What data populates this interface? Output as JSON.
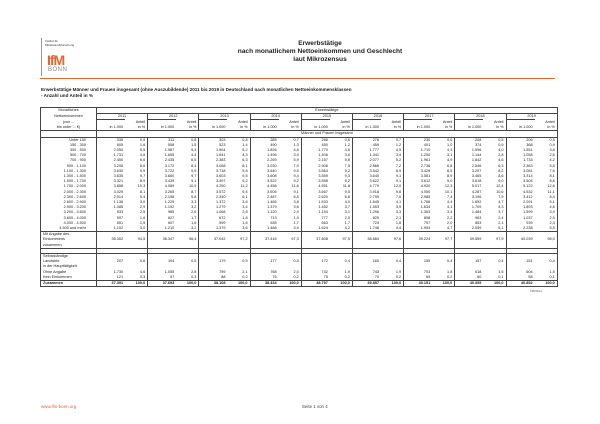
{
  "logo": {
    "top": "Institut für Mittelstandsforschung",
    "name": "IfM",
    "city": "BONN"
  },
  "title": [
    "Erwerbstätige",
    "nach monatlichem Nettoeinkommen und Geschlecht",
    "laut Mikrozensus"
  ],
  "subtitle": [
    "Erwerbstätige Männer und Frauen insgesamt (ohne Auszubildende) 2011 bis 2019 in Deutschland nach monatlichen Nettoeinkommensklassen",
    "- Anzahl und Anteil in %"
  ],
  "table": {
    "row_header": [
      "Monatliches",
      "Nettoeinkommen",
      "(von ...",
      "bis unter ... €)"
    ],
    "group_header": "Erwerbstätige",
    "years": [
      "2011",
      "2012",
      "2013",
      "2014",
      "2015",
      "2016",
      "2017",
      "2018",
      "2019"
    ],
    "col_anteil": "Anteil",
    "col_abs": "in 1.000",
    "col_pct": "in %",
    "section": "Männer und Frauen insgesamt",
    "rows": [
      {
        "label": "Unter 150",
        "v": [
          "335",
          "0,9",
          "311",
          "0,8",
          "303",
          "0,8",
          "285",
          "0,7",
          "266",
          "0,6",
          "278",
          "0,7",
          "230",
          "0,6",
          "208",
          "0,5",
          "206",
          "0,5"
        ]
      },
      {
        "label": "150 - 300",
        "v": [
          "605",
          "1,6",
          "558",
          "1,5",
          "523",
          "1,4",
          "490",
          "1,3",
          "450",
          "1,2",
          "459",
          "1,2",
          "401",
          "1,0",
          "374",
          "0,9",
          "368",
          "0,9"
        ]
      },
      {
        "label": "300 - 500",
        "v": [
          "2.050",
          "5,5",
          "1.987",
          "5,3",
          "1.964",
          "5,2",
          "1.826",
          "4,8",
          "1.770",
          "4,6",
          "1.777",
          "4,5",
          "1.710",
          "4,3",
          "1.596",
          "4,0",
          "1.551",
          "3,8"
        ]
      },
      {
        "label": "500 - 700",
        "v": [
          "1.731",
          "4,6",
          "1.655",
          "4,4",
          "1.641",
          "4,3",
          "1.496",
          "3,9",
          "1.406",
          "3,6",
          "1.341",
          "3,4",
          "1.250",
          "3,1",
          "1.144",
          "2,8",
          "1.058",
          "2,6"
        ]
      },
      {
        "label": "700 - 900",
        "v": [
          "2.450",
          "6,6",
          "2.435",
          "6,5",
          "2.383",
          "6,3",
          "2.269",
          "5,9",
          "2.157",
          "5,6",
          "2.077",
          "5,2",
          "1.961",
          "4,9",
          "1.842",
          "4,6",
          "1.733",
          "4,2"
        ]
      },
      {
        "label": "900 - 1.100",
        "v": [
          "3.206",
          "8,6",
          "3.172",
          "8,4",
          "3.068",
          "8,1",
          "3.030",
          "7,9",
          "2.908",
          "7,5",
          "2.866",
          "7,2",
          "2.736",
          "6,8",
          "2.546",
          "6,3",
          "2.363",
          "5,8"
        ]
      },
      {
        "label": "1.100 - 1.300",
        "v": [
          "3.630",
          "9,9",
          "3.722",
          "9,9",
          "3.718",
          "9,8",
          "3.640",
          "9,5",
          "3.564",
          "9,2",
          "3.542",
          "8,9",
          "3.426",
          "8,5",
          "3.297",
          "8,2",
          "3.081",
          "7,6"
        ]
      },
      {
        "label": "1.300 - 1.500",
        "v": [
          "3.635",
          "9,7",
          "3.660",
          "9,7",
          "3.603",
          "9,5",
          "3.608",
          "9,4",
          "3.559",
          "9,3",
          "3.640",
          "9,1",
          "3.581",
          "8,9",
          "3.465",
          "8,6",
          "3.314",
          "8,1"
        ]
      },
      {
        "label": "1.500 - 1.700",
        "v": [
          "3.321",
          "8,9",
          "3.439",
          "9,1",
          "3.497",
          "9,2",
          "3.522",
          "9,2",
          "3.558",
          "9,2",
          "3.622",
          "9,1",
          "3.612",
          "9,0",
          "3.618",
          "9,0",
          "3.504",
          "8,6"
        ]
      },
      {
        "label": "1.700 - 2.000",
        "v": [
          "3.858",
          "10,3",
          "4.089",
          "10,9",
          "4.250",
          "11,2",
          "4.458",
          "11,6",
          "4.551",
          "11,8",
          "4.779",
          "12,0",
          "4.920",
          "12,3",
          "5.017",
          "12,4",
          "5.122",
          "12,6"
        ]
      },
      {
        "label": "2.000 - 2.300",
        "v": [
          "3.029",
          "8,1",
          "3.265",
          "8,7",
          "3.572",
          "9,4",
          "3.505",
          "9,1",
          "3.667",
          "9,5",
          "3.918",
          "9,8",
          "4.050",
          "10,1",
          "4.287",
          "10,6",
          "4.532",
          "11,1"
        ]
      },
      {
        "label": "2.300 - 2.600",
        "v": [
          "2.014",
          "5,4",
          "2.198",
          "5,8",
          "2.340",
          "6,1",
          "2.487",
          "6,5",
          "2.620",
          "6,8",
          "2.795",
          "7,0",
          "2.985",
          "7,4",
          "3.196",
          "7,9",
          "3.412",
          "8,4"
        ]
      },
      {
        "label": "2.600 - 2.900",
        "v": [
          "1.136",
          "3,0",
          "1.229",
          "3,3",
          "1.372",
          "3,6",
          "1.465",
          "3,8",
          "1.533",
          "4,0",
          "1.645",
          "4,1",
          "1.766",
          "4,4",
          "1.892",
          "4,7",
          "2.091",
          "5,1"
        ]
      },
      {
        "label": "2.900 - 3.200",
        "v": [
          "1.085",
          "2,9",
          "1.192",
          "3,2",
          "1.279",
          "3,4",
          "1.379",
          "3,6",
          "1.452",
          "3,7",
          "1.553",
          "3,9",
          "1.634",
          "4,1",
          "1.709",
          "4,3",
          "1.893",
          "4,6"
        ]
      },
      {
        "label": "3.200 - 3.600",
        "v": [
          "933",
          "2,5",
          "985",
          "2,6",
          "1.068",
          "2,8",
          "1.120",
          "2,9",
          "1.194",
          "3,1",
          "1.296",
          "3,3",
          "1.363",
          "3,4",
          "1.484",
          "3,7",
          "1.599",
          "3,9"
        ]
      },
      {
        "label": "3.600 - 4.000",
        "v": [
          "597",
          "1,6",
          "627",
          "1,7",
          "672",
          "1,8",
          "713",
          "1,9",
          "777",
          "2,0",
          "825",
          "2,1",
          "898",
          "2,2",
          "963",
          "2,4",
          "1.037",
          "2,5"
        ]
      },
      {
        "label": "4.000 - 4.500",
        "v": [
          "551",
          "1,5",
          "607",
          "1,6",
          "599",
          "1,6",
          "635",
          "1,7",
          "663",
          "1,7",
          "724",
          "1,8",
          "797",
          "2,0",
          "853",
          "2,1",
          "939",
          "2,3"
        ]
      },
      {
        "label": "4.500 und mehr",
        "v": [
          "1.102",
          "3,0",
          "1.210",
          "3,2",
          "1.379",
          "3,6",
          "1.486",
          "3,9",
          "1.624",
          "4,2",
          "1.748",
          "4,4",
          "1.904",
          "4,7",
          "2.059",
          "5,1",
          "2.238",
          "5,5"
        ]
      }
    ],
    "with_income": {
      "label": [
        "Mit Angabe des",
        "Einkommens",
        "zusammen"
      ],
      "v": [
        "35.302",
        "94,5",
        "36.347",
        "96,4",
        "37.042",
        "97,2",
        "37.416",
        "97,3",
        "37.808",
        "97,5",
        "38.884",
        "97,6",
        "39.224",
        "97,7",
        "39.559",
        "97,9",
        "40.039",
        "98,0"
      ]
    },
    "farmers": {
      "label": [
        "Selbstständige",
        "Landwirte",
        "in der Haupttätigkeit"
      ],
      "v": [
        "207",
        "0,6",
        "194",
        "0,5",
        "179",
        "0,5",
        "177",
        "0,5",
        "172",
        "0,4",
        "160",
        "0,4",
        "155",
        "0,4",
        "157",
        "0,4",
        "151",
        "0,4"
      ]
    },
    "no_answer": {
      "label": "Ohne Angabe",
      "v": [
        "1.730",
        "4,6",
        "1.055",
        "2,8",
        "799",
        "2,1",
        "768",
        "2,0",
        "742",
        "1,9",
        "743",
        "1,9",
        "703",
        "1,8",
        "618",
        "1,5",
        "604",
        "1,5"
      ]
    },
    "no_income": {
      "label": "Kein Einkommen",
      "v": [
        "121",
        "0,3",
        "97",
        "0,3",
        "88",
        "0,2",
        "76",
        "0,2",
        "75",
        "0,2",
        "70",
        "0,2",
        "69",
        "0,2",
        "60",
        "0,1",
        "58",
        "0,1"
      ]
    },
    "total": {
      "label": "Zusammen",
      "v": [
        "37.391",
        "100,0",
        "37.693",
        "100,0",
        "38.108",
        "100,0",
        "38.434",
        "100,0",
        "38.797",
        "100,0",
        "39.857",
        "100,0",
        "40.151",
        "100,0",
        "40.395",
        "100,0",
        "40.852",
        "100,0"
      ]
    }
  },
  "copyright": "©IfM Bonn",
  "footer": {
    "url": "www.ifm-bonn.org",
    "page": "Seite 1 von 4"
  }
}
